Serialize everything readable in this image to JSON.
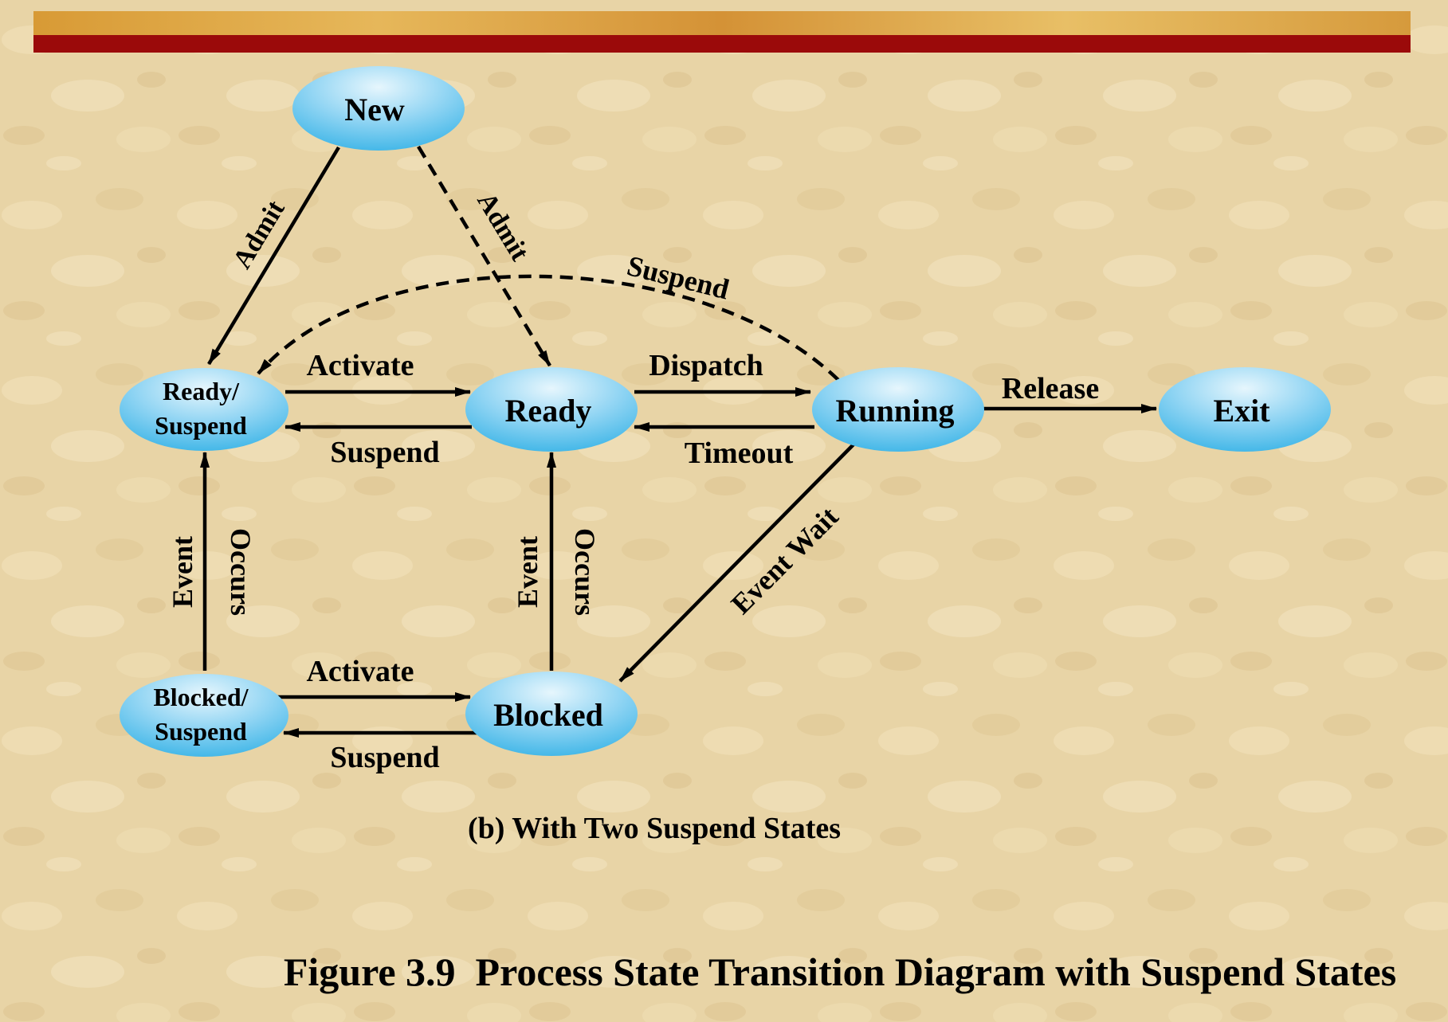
{
  "colors": {
    "background": "#e8d4a6",
    "top_band": "#d9a13c",
    "red_bar": "#9b0a0a",
    "node_fill_light": "#e6f6fd",
    "node_fill_dark": "#45b8e8",
    "edge": "#000000"
  },
  "nodes": {
    "new": "New",
    "ready_suspend": [
      "Ready/",
      "Suspend"
    ],
    "ready": "Ready",
    "running": "Running",
    "exit": "Exit",
    "blocked_suspend": [
      "Blocked/",
      "Suspend"
    ],
    "blocked": "Blocked"
  },
  "edges": {
    "admit_solid": "Admit",
    "admit_dashed": "Admit",
    "suspend_dashed": "Suspend",
    "activate_top": "Activate",
    "suspend_top": "Suspend",
    "dispatch": "Dispatch",
    "timeout": "Timeout",
    "release": "Release",
    "event_wait": "Event Wait",
    "event_occurs_left": [
      "Event",
      "Occurs"
    ],
    "event_occurs_mid": [
      "Event",
      "Occurs"
    ],
    "activate_bottom": "Activate",
    "suspend_bottom": "Suspend"
  },
  "subcaption": "(b) With Two Suspend States",
  "caption": "Figure 3.9  Process State Transition Diagram with Suspend States"
}
